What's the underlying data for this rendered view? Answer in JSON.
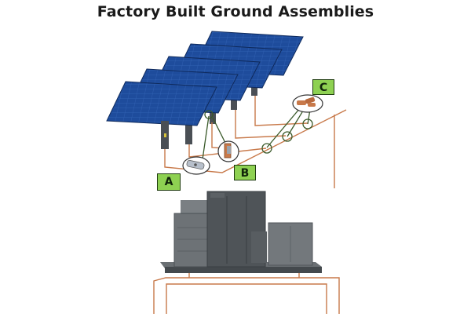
{
  "title": "Factory Built Ground Assemblies",
  "callouts": {
    "a": "A",
    "b": "B",
    "c": "C"
  },
  "colors": {
    "panel": "#1f4e9e",
    "panel_dark": "#163a78",
    "wire": "#c8794a",
    "callout_fill": "#8ed152",
    "equipment": "#5e6367"
  }
}
